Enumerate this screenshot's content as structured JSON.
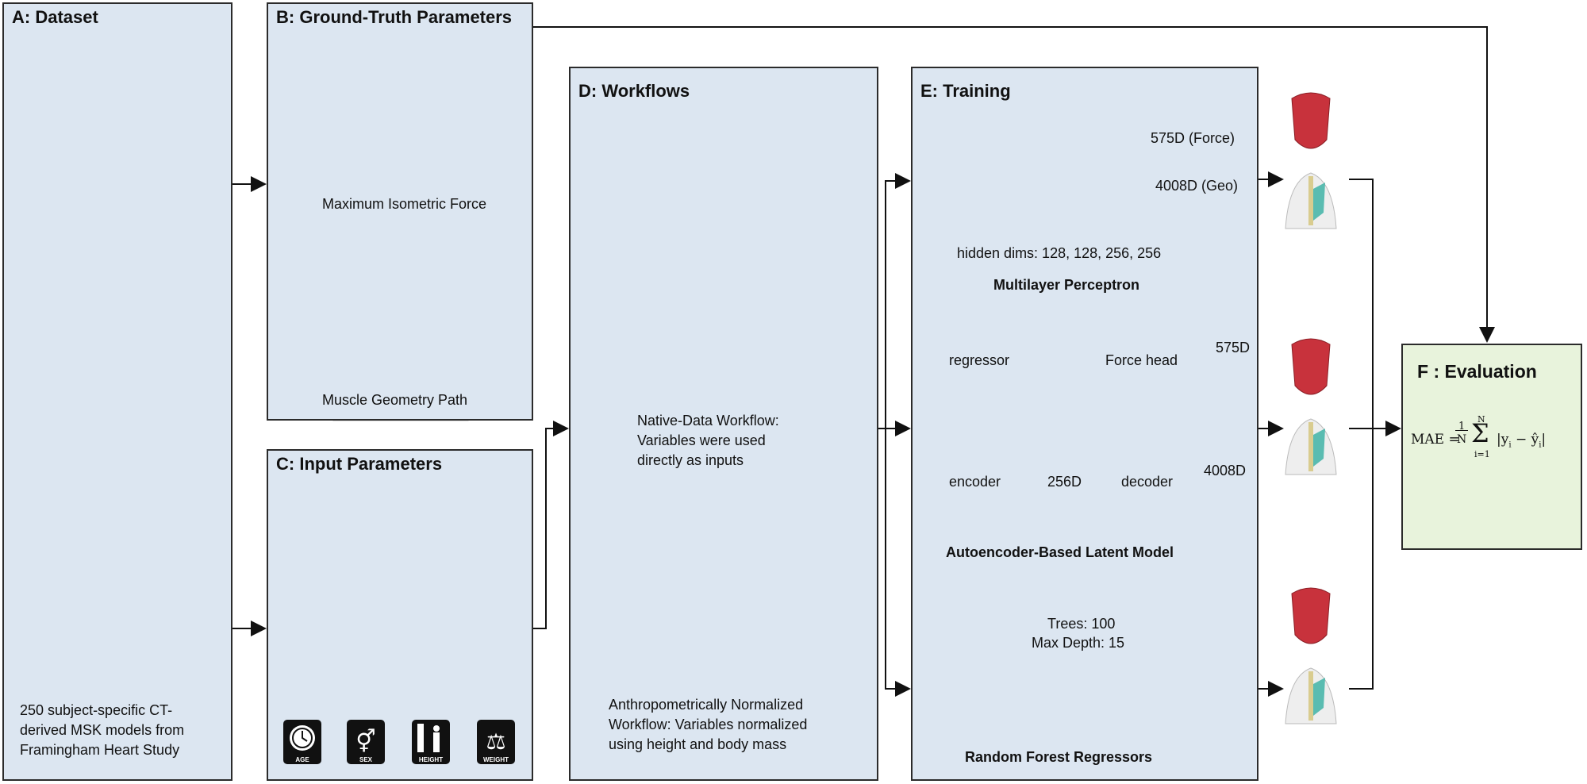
{
  "panels": {
    "a": {
      "title": "A: Dataset",
      "caption_lines": [
        "250 subject-specific CT-",
        "derived MSK models from",
        "Framingham Heart Study"
      ]
    },
    "b": {
      "title": "B: Ground-Truth Parameters",
      "force_label": "Maximum Isometric Force",
      "geometry_label": "Muscle Geometry Path"
    },
    "c": {
      "title": "C: Input Parameters",
      "icons": [
        "AGE",
        "SEX",
        "HEIGHT",
        "WEIGHT"
      ]
    },
    "d": {
      "title": "D: Workflows",
      "native_lines": [
        "Native-Data Workflow:",
        "Variables were used",
        "directly as inputs"
      ],
      "normalized_lines": [
        "Anthropometrically Normalized",
        "Workflow: Variables normalized",
        "using height and body mass"
      ]
    },
    "e": {
      "title": "E: Training",
      "mlp": {
        "out_force": "575D (Force)",
        "out_geo": "4008D (Geo)",
        "hidden": "hidden dims: 128, 128, 256, 256",
        "name": "Multilayer Perceptron"
      },
      "ae": {
        "regressor": "regressor",
        "force_head": "Force head",
        "force_out": "575D",
        "encoder": "encoder",
        "latent": "256D",
        "decoder": "decoder",
        "geo_out": "4008D",
        "name": "Autoencoder-Based Latent Model"
      },
      "rf": {
        "trees": "Trees: 100",
        "depth": "Max Depth: 15",
        "name": "Random Forest Regressors"
      }
    },
    "f": {
      "title": "F : Evaluation",
      "formula": "MAE = (1/N) Σ |yᵢ − ŷᵢ|",
      "formula_sum_upper": "N",
      "formula_sum_lower": "i=1"
    }
  },
  "colors": {
    "panel_bg": "#dce6f1",
    "eval_bg": "#e8f3dc",
    "node_fill": "#fbe3e6",
    "muscle_red": "#c8323c",
    "muscle_teal": "#3fb3a6",
    "shape_red": "#e8463c",
    "shape_blue": "#2f7bd4",
    "shape_yellow": "#f2b21a",
    "shape_green": "#3aa84a"
  }
}
